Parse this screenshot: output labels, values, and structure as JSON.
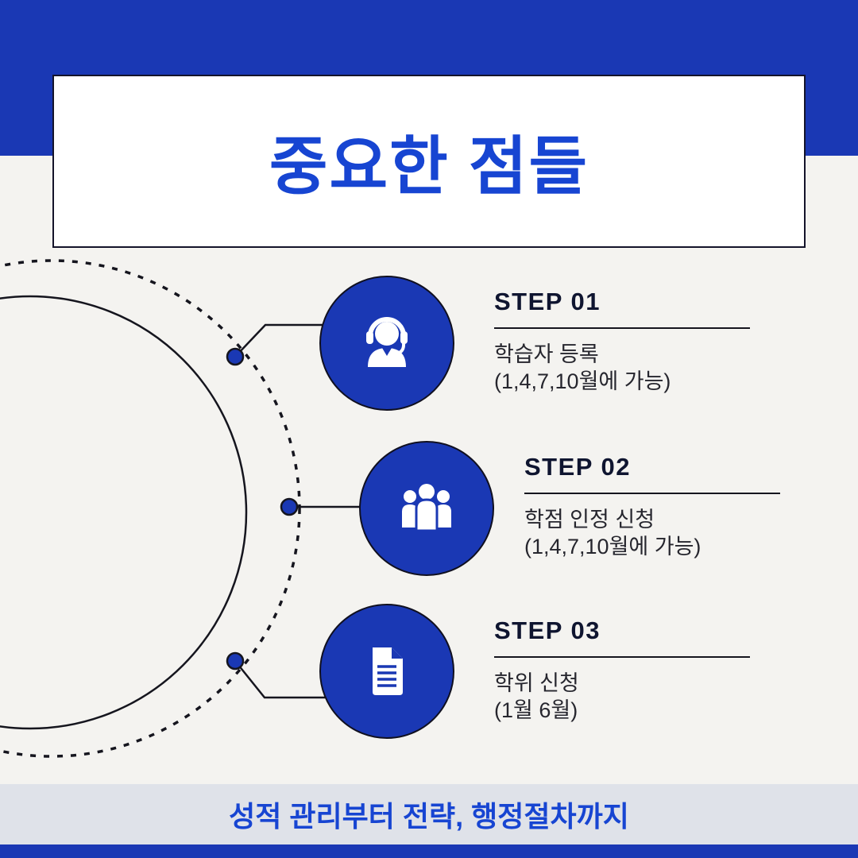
{
  "header": {
    "title": "중요한 점들"
  },
  "colors": {
    "primary_blue": "#1a38b4",
    "accent_text_blue": "#1745d2",
    "background": "#f4f3f0",
    "footer_band": "#dfe2e9",
    "outline_dark": "#101020"
  },
  "steps": [
    {
      "label": "STEP 01",
      "icon": "headset-agent-icon",
      "title": "학습자 등록",
      "subtitle": "(1,4,7,10월에 가능)"
    },
    {
      "label": "STEP 02",
      "icon": "people-group-icon",
      "title": "학점 인정 신청",
      "subtitle": "(1,4,7,10월에 가능)"
    },
    {
      "label": "STEP 03",
      "icon": "document-icon",
      "title": "학위 신청",
      "subtitle": "(1월 6월)"
    }
  ],
  "footer": {
    "text": "성적 관리부터 전략, 행정절차까지"
  }
}
